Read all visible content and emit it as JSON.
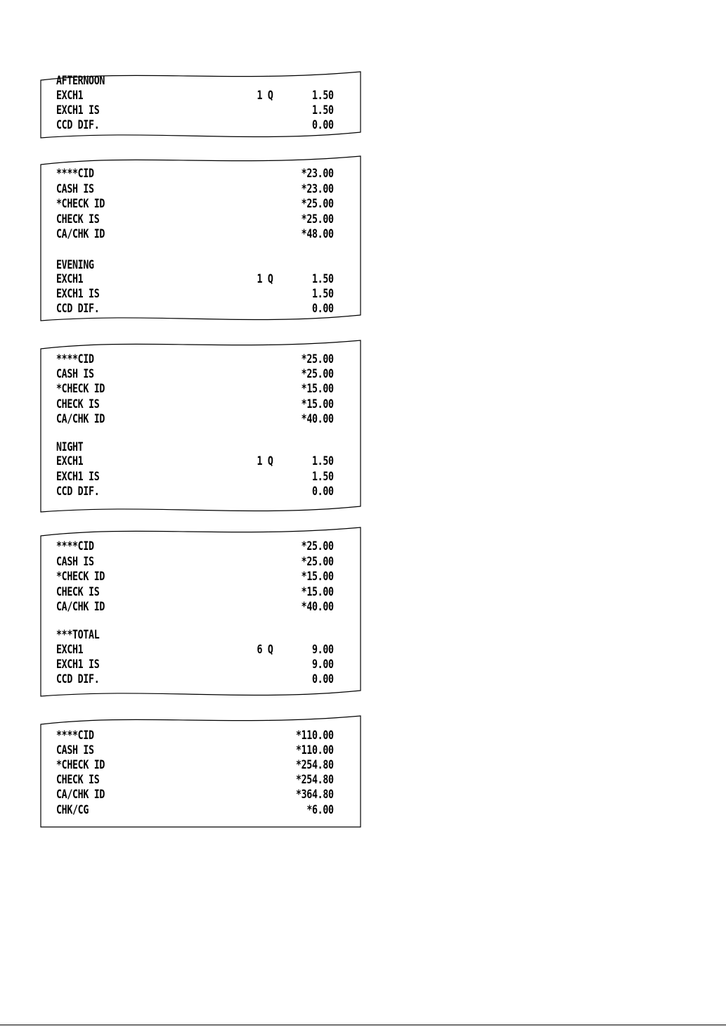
{
  "receipts": [
    {
      "lines": [
        {
          "label": "AFTERNOON",
          "qty": "",
          "amount": ""
        },
        {
          "label": "EXCH1",
          "qty": "1 Q",
          "amount": "1.50"
        },
        {
          "label": "EXCH1 IS",
          "qty": "",
          "amount": "1.50"
        },
        {
          "label": "CCD DIF.",
          "qty": "",
          "amount": "0.00"
        }
      ]
    },
    {
      "lines": [
        {
          "label": "****CID",
          "qty": "",
          "amount": "*23.00"
        },
        {
          "label": "CASH IS",
          "qty": "",
          "amount": "*23.00"
        },
        {
          "label": "*CHECK ID",
          "qty": "",
          "amount": "*25.00"
        },
        {
          "label": "CHECK IS",
          "qty": "",
          "amount": "*25.00"
        },
        {
          "label": "CA/CHK ID",
          "qty": "",
          "amount": "*48.00"
        },
        {
          "label": "EVENING",
          "qty": "",
          "amount": ""
        },
        {
          "label": "EXCH1",
          "qty": "1 Q",
          "amount": "1.50"
        },
        {
          "label": "EXCH1 IS",
          "qty": "",
          "amount": "1.50"
        },
        {
          "label": "CCD DIF.",
          "qty": "",
          "amount": "0.00"
        }
      ]
    },
    {
      "lines": [
        {
          "label": "****CID",
          "qty": "",
          "amount": "*25.00"
        },
        {
          "label": "CASH IS",
          "qty": "",
          "amount": "*25.00"
        },
        {
          "label": "*CHECK ID",
          "qty": "",
          "amount": "*15.00"
        },
        {
          "label": "CHECK IS",
          "qty": "",
          "amount": "*15.00"
        },
        {
          "label": "CA/CHK ID",
          "qty": "",
          "amount": "*40.00"
        },
        {
          "label": "NIGHT",
          "qty": "",
          "amount": ""
        },
        {
          "label": "EXCH1",
          "qty": "1 Q",
          "amount": "1.50"
        },
        {
          "label": "EXCH1 IS",
          "qty": "",
          "amount": "1.50"
        },
        {
          "label": "CCD DIF.",
          "qty": "",
          "amount": "0.00"
        }
      ]
    },
    {
      "lines": [
        {
          "label": "****CID",
          "qty": "",
          "amount": "*25.00"
        },
        {
          "label": "CASH IS",
          "qty": "",
          "amount": "*25.00"
        },
        {
          "label": "*CHECK ID",
          "qty": "",
          "amount": "*15.00"
        },
        {
          "label": "CHECK IS",
          "qty": "",
          "amount": "*15.00"
        },
        {
          "label": "CA/CHK ID",
          "qty": "",
          "amount": "*40.00"
        },
        {
          "label": "***TOTAL",
          "qty": "",
          "amount": ""
        },
        {
          "label": "EXCH1",
          "qty": "6 Q",
          "amount": "9.00"
        },
        {
          "label": "EXCH1 IS",
          "qty": "",
          "amount": "9.00"
        },
        {
          "label": "CCD DIF.",
          "qty": "",
          "amount": "0.00"
        }
      ]
    },
    {
      "lines": [
        {
          "label": "****CID",
          "qty": "",
          "amount": "*110.00"
        },
        {
          "label": "CASH IS",
          "qty": "",
          "amount": "*110.00"
        },
        {
          "label": "*CHECK ID",
          "qty": "",
          "amount": "*254.80"
        },
        {
          "label": "CHECK IS",
          "qty": "",
          "amount": "*254.80"
        },
        {
          "label": "CA/CHK ID",
          "qty": "",
          "amount": "*364.80"
        },
        {
          "label": "CHK/CG",
          "qty": "",
          "amount": "*6.00"
        }
      ]
    }
  ]
}
